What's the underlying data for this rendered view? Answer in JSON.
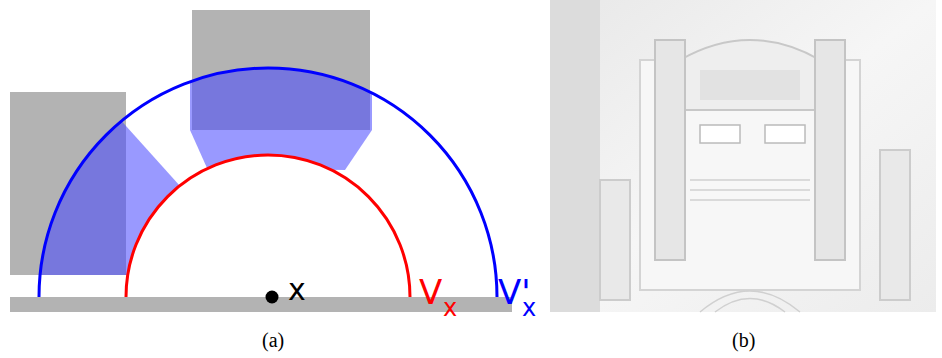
{
  "diagram": {
    "labels": [
      "x",
      "V",
      "x",
      "V'",
      "x",
      "(a)",
      "(b)"
    ]
  }
}
